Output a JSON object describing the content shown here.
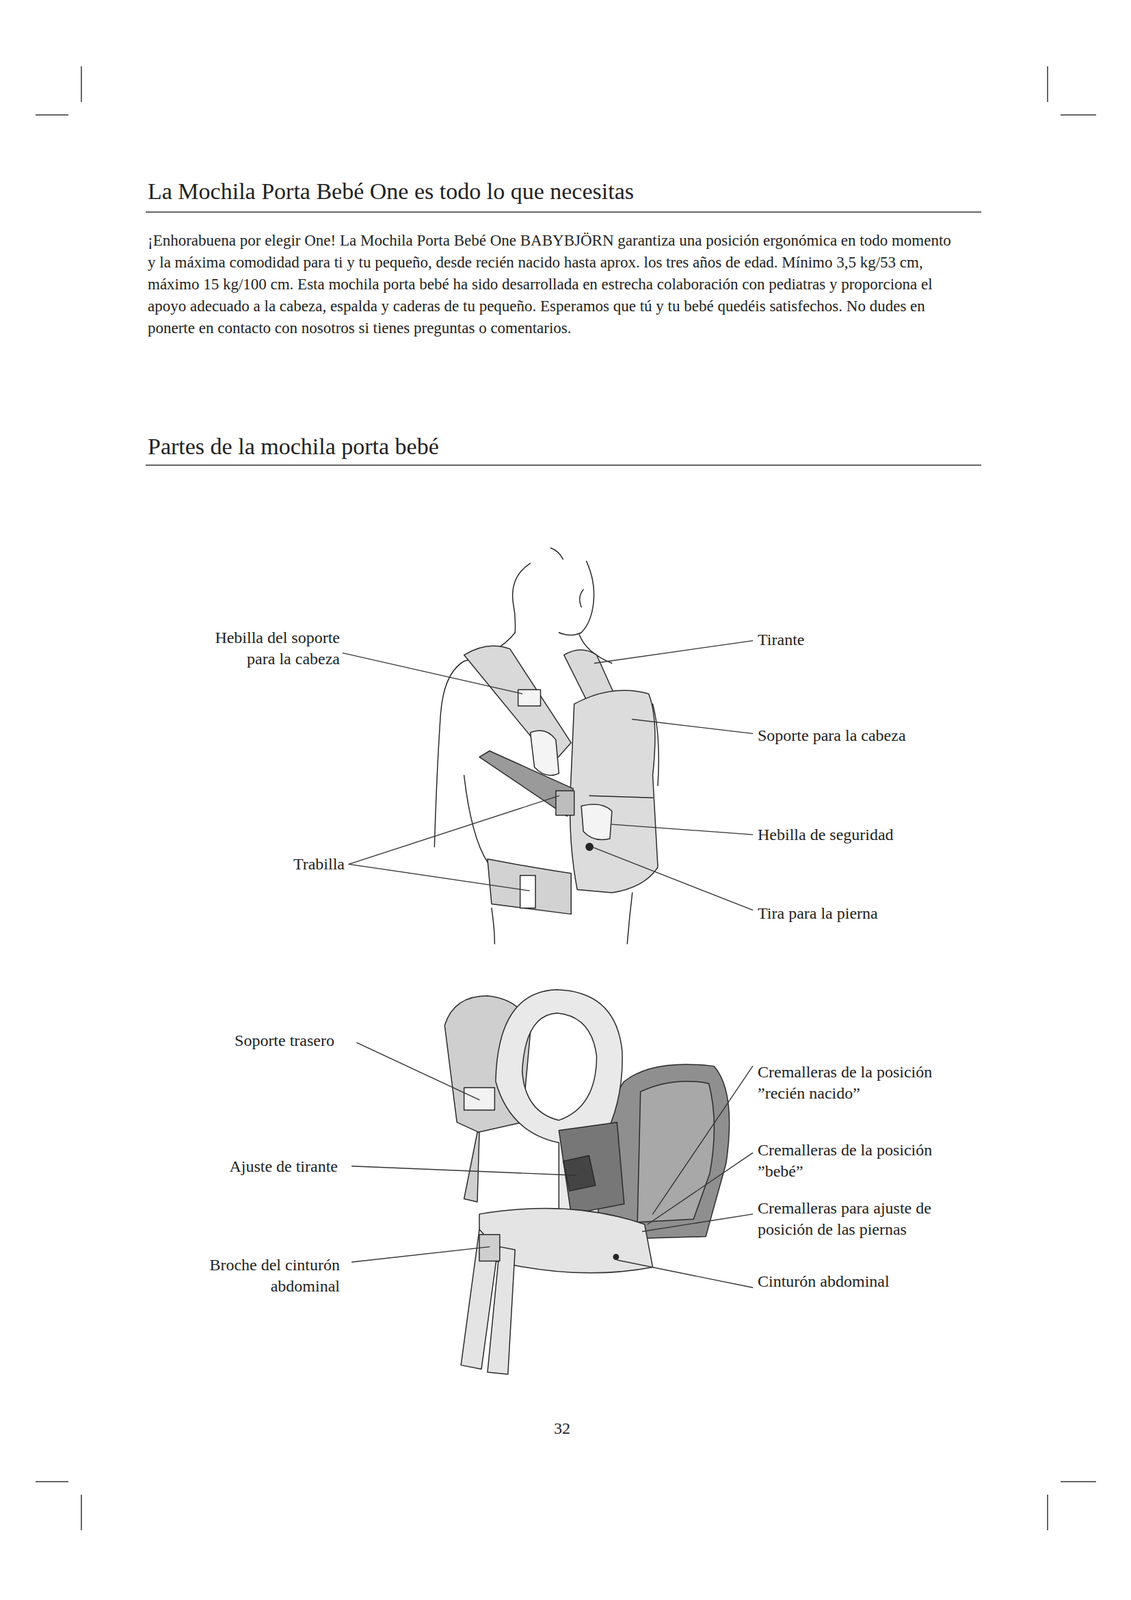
{
  "diagram": {
    "title": "La Mochila Porta Bebé One es todo lo que necesitas",
    "labels": [
      "¡Enhorabuena por elegir One! La Mochila Porta Bebé One BABYBJÖRN garantiza una posición ergonómica en todo momento y la máxima comodidad para ti y tu pequeño, desde recién nacido hasta aprox. los tres años de edad. Mínimo 3,5 kg/53 cm, máximo 15 kg/100 cm. Esta mochila porta bebé ha sido desarrollada en estrecha colaboración con pediatras y proporciona el apoyo adecuado a la cabeza, espalda y caderas de tu pequeño. Esperamos que tú y tu bebé quedéis satisfechos. No dudes en ponerte en contacto con nosotros si tienes preguntas o comentarios.",
      "Partes de la mochila porta bebé",
      "Hebilla del soporte para la cabeza",
      "Tirante",
      "Soporte para la cabeza",
      "Hebilla de seguridad",
      "Trabilla",
      "Tira para la pierna",
      "Soporte trasero",
      "Cremalleras de la posición ”recién nacido”",
      "Ajuste de tirante",
      "Cremalleras de la posición ”bebé”",
      "Cremalleras para ajuste de posición de las piernas",
      "Broche del cinturón abdominal",
      "Cinturón abdominal",
      "32"
    ]
  }
}
